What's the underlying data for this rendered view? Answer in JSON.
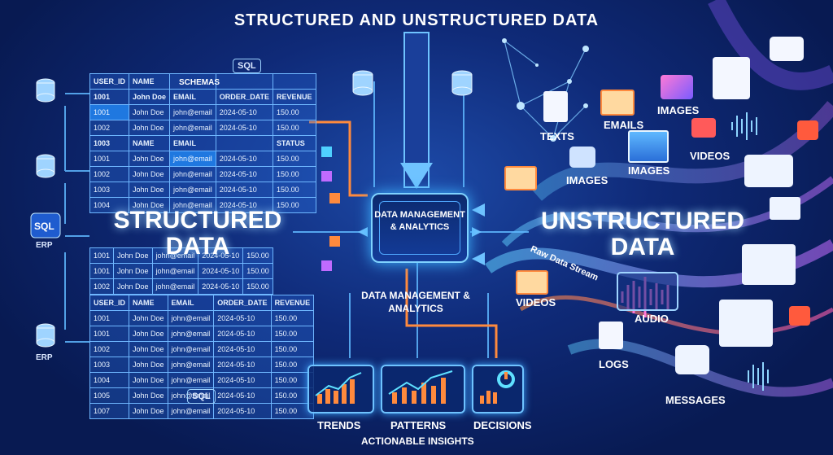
{
  "title": "STRUCTURED AND UNSTRUCTURED DATA",
  "structured_label": "STRUCTURED DATA",
  "unstructured_label": "UNSTRUCTURED DATA",
  "core_label": "DATA MANAGEMENT & ANALYTICS",
  "core_below_label": "DATA MANAGEMENT & ANALYTICS",
  "stream_label": "Raw Data Stream",
  "left_sources": [
    "SQL",
    "ERP",
    "ERP"
  ],
  "sql_tags": [
    "SQL",
    "SQL"
  ],
  "table_top": {
    "schema_label": "SCHEMAS",
    "rows": [
      [
        "USER_ID",
        "NAME",
        "",
        "",
        ""
      ],
      [
        "1001",
        "John Doe",
        "EMAIL",
        "ORDER_DATE",
        "REVENUE"
      ],
      [
        "1001",
        "John Doe",
        "john@email",
        "2024-05-10",
        "150.00"
      ],
      [
        "1002",
        "John Doe",
        "john@email",
        "2024-05-10",
        "150.00"
      ],
      [
        "1003",
        "NAME",
        "EMAIL",
        "",
        "STATUS"
      ],
      [
        "1001",
        "John Doe",
        "john@email",
        "2024-05-10",
        "150.00"
      ],
      [
        "1002",
        "John Doe",
        "john@email",
        "2024-05-10",
        "150.00"
      ],
      [
        "1003",
        "John Doe",
        "john@email",
        "2024-05-10",
        "150.00"
      ],
      [
        "1004",
        "John Doe",
        "john@email",
        "2024-05-10",
        "150.00"
      ]
    ]
  },
  "table_mid": {
    "rows": [
      [
        "1001",
        "John Doe",
        "john@email",
        "2024-05-10",
        "150.00"
      ],
      [
        "1001",
        "John Doe",
        "john@email",
        "2024-05-10",
        "150.00"
      ],
      [
        "1002",
        "John Doe",
        "john@email",
        "2024-05-10",
        "150.00"
      ]
    ]
  },
  "table_bottom": {
    "rows": [
      [
        "USER_ID",
        "NAME",
        "EMAIL",
        "ORDER_DATE",
        "REVENUE"
      ],
      [
        "1001",
        "John Doe",
        "john@email",
        "2024-05-10",
        "150.00"
      ],
      [
        "1001",
        "John Doe",
        "john@email",
        "2024-05-10",
        "150.00"
      ],
      [
        "1002",
        "John Doe",
        "john@email",
        "2024-05-10",
        "150.00"
      ],
      [
        "1003",
        "John Doe",
        "john@email",
        "2024-05-10",
        "150.00"
      ],
      [
        "1004",
        "John Doe",
        "john@email",
        "2024-05-10",
        "150.00"
      ],
      [
        "1005",
        "John Doe",
        "john@email",
        "2024-05-10",
        "150.00"
      ],
      [
        "1007",
        "John Doe",
        "john@email",
        "2024-05-10",
        "150.00"
      ]
    ]
  },
  "unstructured_items": {
    "texts": "TEXTS",
    "emails": "EMAILS",
    "images_a": "IMAGES",
    "images_b": "IMAGES",
    "images_c": "IMAGES",
    "videos_a": "VIDEOS",
    "videos_b": "VIDEOS",
    "audio": "AUDIO",
    "logs": "LOGS",
    "messages": "MESSAGES"
  },
  "insights": {
    "trends": "TRENDS",
    "patterns": "PATTERNS",
    "decisions": "DECISIONS",
    "caption": "ACTIONABLE INSIGHTS"
  },
  "colors": {
    "accent": "#4fc3ff",
    "orange": "#ff8a3d",
    "purple": "#b36bff",
    "background": "#0f2a78"
  }
}
